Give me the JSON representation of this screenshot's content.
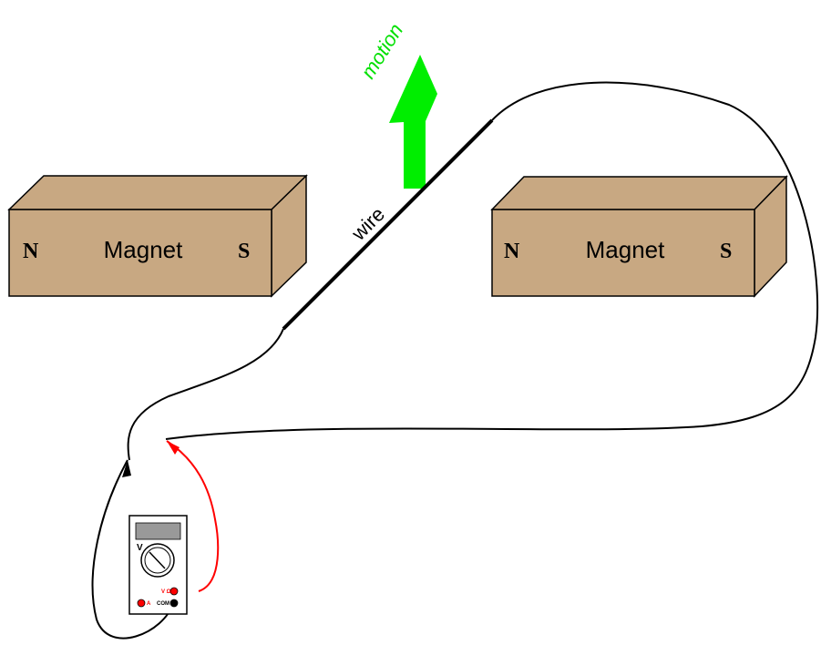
{
  "labels": {
    "motion": "motion",
    "wire": "wire"
  },
  "magnets": [
    {
      "label": "Magnet",
      "north": "N",
      "south": "S"
    },
    {
      "label": "Magnet",
      "north": "N",
      "south": "S"
    }
  ],
  "meter": {
    "dial_mark": "V",
    "jack_v": "V Ω",
    "jack_a": "A",
    "jack_com": "COM"
  },
  "colors": {
    "magnet_fill": "#c8a882",
    "motion_arrow": "#00ee00",
    "red_lead": "#ff0000",
    "wire": "#000000"
  }
}
